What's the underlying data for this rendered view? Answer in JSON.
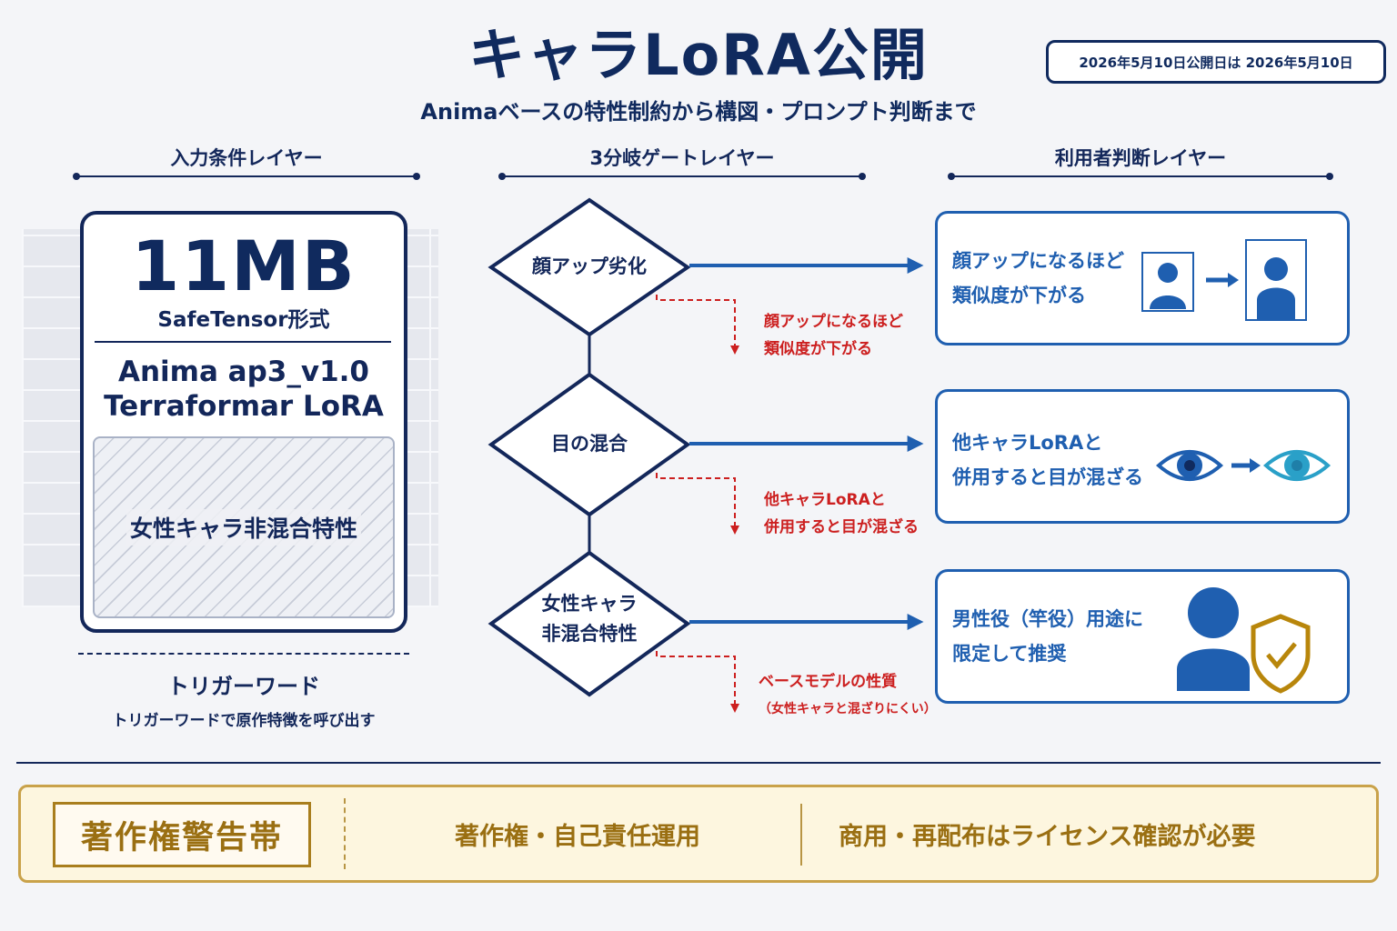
{
  "header": {
    "title": "キャラLoRA公開",
    "date_badge": "2026年5月10日公開日は 2026年5月10日",
    "subtitle": "Animaベースの特性制約から構図・プロンプト判断まで"
  },
  "layers": {
    "input": "入力条件レイヤー",
    "gate": "3分岐ゲートレイヤー",
    "user": "利用者判断レイヤー"
  },
  "input_card": {
    "size": "11MB",
    "format": "SafeTensor形式",
    "model_line1": "Anima ap3_v1.0",
    "model_line2": "Terraformar LoRA",
    "trait": "女性キャラ非混合特性"
  },
  "trigger": {
    "heading": "トリガーワード",
    "description": "トリガーワードで原作特徴を呼び出す"
  },
  "gates": [
    {
      "label": "顔アップ劣化",
      "note_line1": "顔アップになるほど",
      "note_line2": "類似度が下がる",
      "outcome_line1": "顔アップになるほど",
      "outcome_line2": "類似度が下がる",
      "icon": "portrait-zoom-icon"
    },
    {
      "label": "目の混合",
      "note_line1": "他キャラLoRAと",
      "note_line2": "併用すると目が混ざる",
      "outcome_line1": "他キャラLoRAと",
      "outcome_line2": "併用すると目が混ざる",
      "icon": "eye-mix-icon"
    },
    {
      "label_line1": "女性キャラ",
      "label_line2": "非混合特性",
      "note_line1": "ベースモデルの性質",
      "note_line2": "（女性キャラと混ざりにくい）",
      "outcome_line1": "男性役（竿役）用途に",
      "outcome_line2": "限定して推奨",
      "icon": "user-shield-check-icon"
    }
  ],
  "warning": {
    "tag": "著作権警告帯",
    "item1": "著作権・自己責任運用",
    "item2": "商用・再配布はライセンス確認が必要"
  },
  "colors": {
    "navy": "#102a5e",
    "blue": "#1f5fb0",
    "red": "#cc1f1f",
    "gold": "#9a6f12",
    "cyan": "#2aa0c8"
  }
}
